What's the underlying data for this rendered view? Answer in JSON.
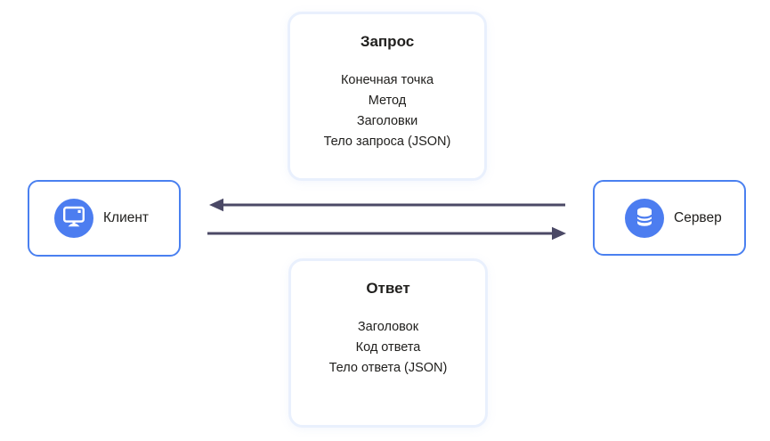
{
  "request_card": {
    "title": "Запрос",
    "items": [
      "Конечная точка",
      "Метод",
      "Заголовки",
      "Тело запроса (JSON)"
    ]
  },
  "response_card": {
    "title": "Ответ",
    "items": [
      "Заголовок",
      "Код ответа",
      "Тело ответа (JSON)"
    ]
  },
  "client_node": {
    "label": "Клиент",
    "icon": "monitor-icon"
  },
  "server_node": {
    "label": "Сервер",
    "icon": "database-icon"
  },
  "arrows": {
    "top_direction": "server-to-client",
    "bottom_direction": "client-to-server"
  },
  "colors": {
    "node_border": "#4A80F0",
    "icon_circle": "#4C7DF0",
    "card_border": "#E9F0FD",
    "arrow": "#4B4966",
    "text": "#21201E"
  }
}
